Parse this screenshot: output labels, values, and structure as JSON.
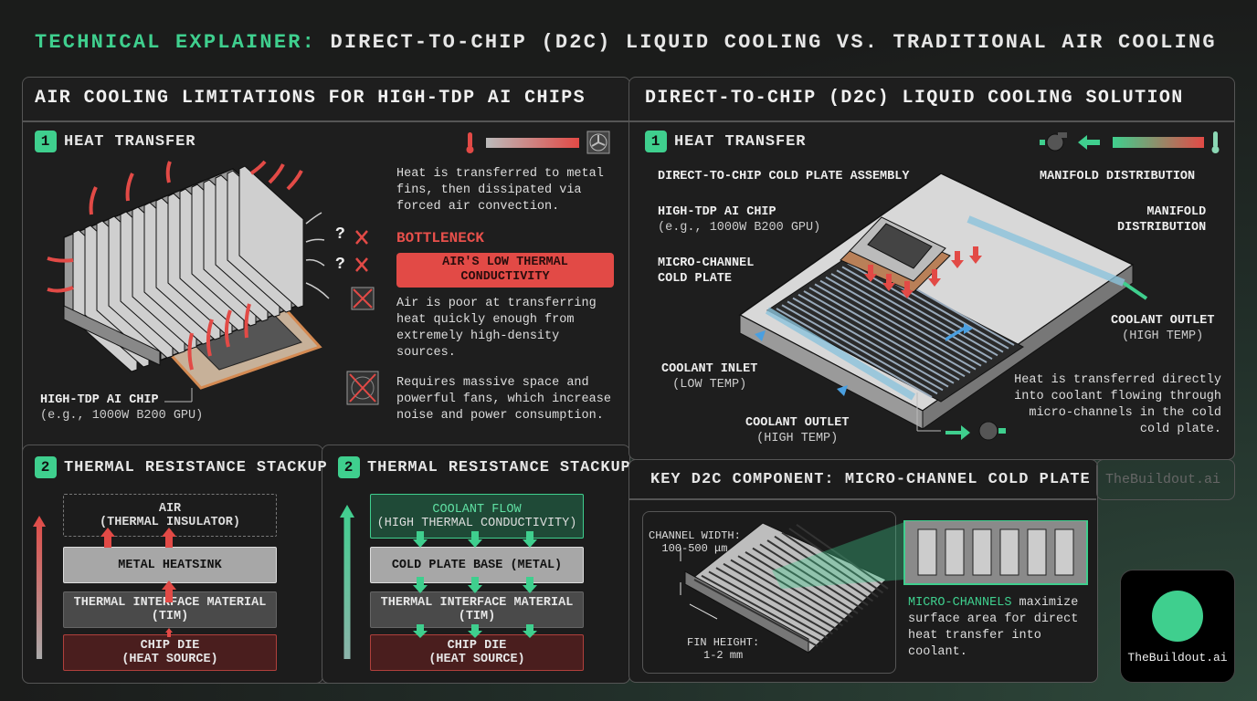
{
  "title": {
    "prefix": "TECHNICAL EXPLAINER:",
    "main": "DIRECT-TO-CHIP (D2C) LIQUID COOLING VS. TRADITIONAL AIR COOLING"
  },
  "colors": {
    "accent_green": "#3fcf8e",
    "hot_red": "#e24a46",
    "background": "#1e1e1e"
  },
  "air": {
    "header": "AIR COOLING LIMITATIONS FOR HIGH-TDP AI CHIPS",
    "heat_transfer": {
      "num": "1",
      "title": "HEAT TRANSFER",
      "desc": "Heat is transferred to metal fins, then dissipated via forced air convection.",
      "bottleneck": "BOTTLENECK",
      "bottleneck_box": "AIR'S LOW THERMAL CONDUCTIVITY",
      "poor": "Air is poor at transferring heat quickly enough from extremely high-density sources.",
      "fans": "Requires massive space and powerful fans, which increase noise and power consumption.",
      "chip_label": "HIGH-TDP AI CHIP",
      "chip_sub": "(e.g., 1000W B200 GPU)",
      "q1": "?",
      "q2": "?"
    },
    "stackup": {
      "num": "2",
      "title": "THERMAL RESISTANCE STACKUP",
      "layers": [
        {
          "l1": "AIR",
          "l2": "(THERMAL INSULATOR)"
        },
        {
          "l1": "METAL HEATSINK",
          "l2": ""
        },
        {
          "l1": "THERMAL INTERFACE MATERIAL",
          "l2": "(TIM)"
        },
        {
          "l1": "CHIP DIE",
          "l2": "(HEAT SOURCE)"
        }
      ]
    }
  },
  "liquid": {
    "header": "DIRECT-TO-CHIP (D2C) LIQUID COOLING SOLUTION",
    "heat_transfer": {
      "num": "1",
      "title": "HEAT TRANSFER",
      "assembly": "DIRECT-TO-CHIP COLD PLATE ASSEMBLY",
      "manifold1": "MANIFOLD DISTRIBUTION",
      "manifold2_l1": "MANIFOLD",
      "manifold2_l2": "DISTRIBUTION",
      "chip_label": "HIGH-TDP AI CHIP",
      "chip_sub": "(e.g., 1000W B200 GPU)",
      "plate_l1": "MICRO-CHANNEL",
      "plate_l2": "COLD PLATE",
      "outlet_r_l1": "COOLANT OUTLET",
      "outlet_r_l2": "(HIGH TEMP)",
      "inlet_l1": "COOLANT INLET",
      "inlet_l2": "(LOW TEMP)",
      "outlet_b_l1": "COOLANT OUTLET",
      "outlet_b_l2": "(HIGH TEMP)",
      "desc": "Heat is transferred directly into coolant flowing through micro-channels in the cold cold plate."
    },
    "stackup": {
      "num": "2",
      "title": "THERMAL RESISTANCE STACKUP",
      "layers": [
        {
          "l1": "COOLANT FLOW",
          "l2": "(HIGH THERMAL CONDUCTIVITY)"
        },
        {
          "l1": "COLD PLATE BASE (METAL)",
          "l2": ""
        },
        {
          "l1": "THERMAL INTERFACE MATERIAL",
          "l2": "(TIM)"
        },
        {
          "l1": "CHIP DIE",
          "l2": "(HEAT SOURCE)"
        }
      ]
    },
    "component": {
      "title": "KEY D2C COMPONENT: MICRO-CHANNEL COLD PLATE",
      "width_l1": "CHANNEL WIDTH:",
      "width_l2": "100-500 μm",
      "fin_l1": "FIN HEIGHT:",
      "fin_l2": "1-2 mm",
      "highlight": "MICRO-CHANNELS",
      "desc": "maximize surface area for direct heat transfer into coolant."
    }
  },
  "brand": {
    "watermark": "TheBuildout.ai",
    "logo_text": "TheBuildout.ai"
  }
}
